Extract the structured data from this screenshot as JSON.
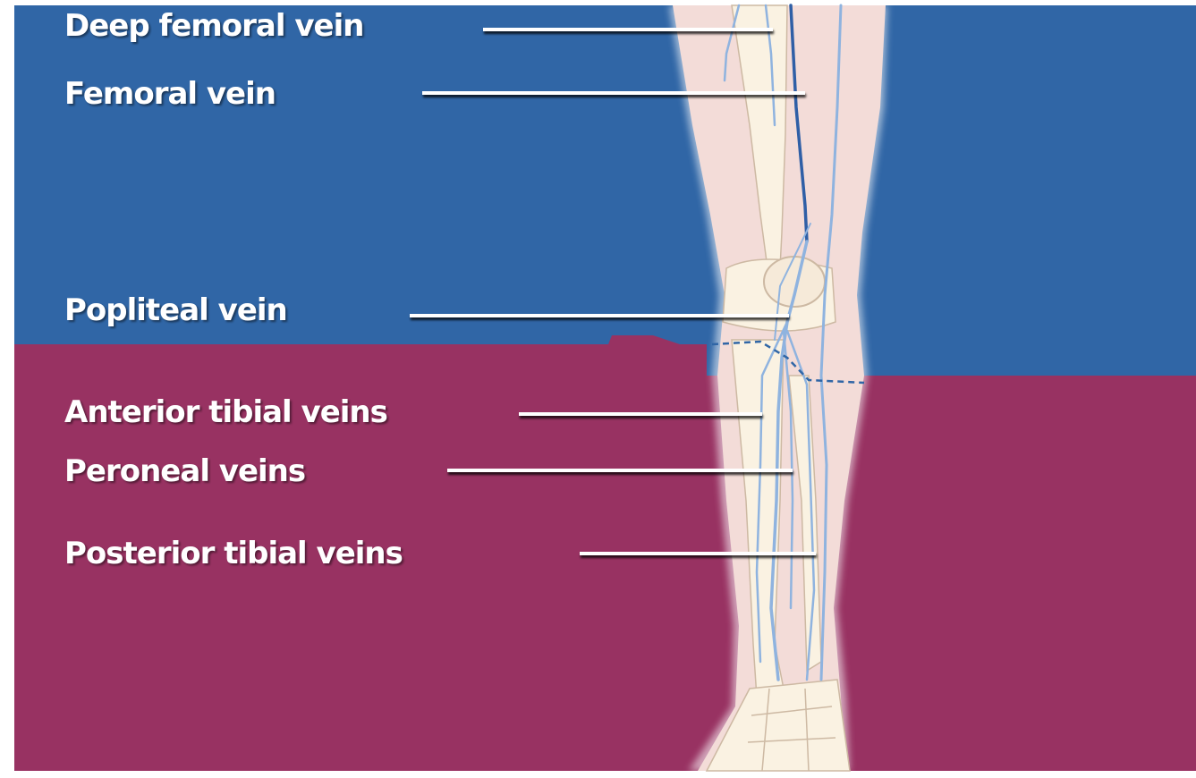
{
  "diagram": {
    "labels": [
      {
        "id": "deep-femoral",
        "text": "Deep femoral vein"
      },
      {
        "id": "femoral",
        "text": "Femoral vein"
      },
      {
        "id": "popliteal",
        "text": "Popliteal vein"
      },
      {
        "id": "anterior-tibial",
        "text": "Anterior tibial veins"
      },
      {
        "id": "peroneal",
        "text": "Peroneal veins"
      },
      {
        "id": "posterior-tibial",
        "text": "Posterior tibial veins"
      }
    ]
  },
  "colors": {
    "upper_region": "#3066a6",
    "lower_region": "#983262",
    "skin": "#f3dcd8",
    "bone": "#faf2e2",
    "vein": "#8fb3df",
    "vein_dark": "#2f5fa6",
    "label_text": "#ffffff",
    "leader_line": "#ffffff"
  }
}
